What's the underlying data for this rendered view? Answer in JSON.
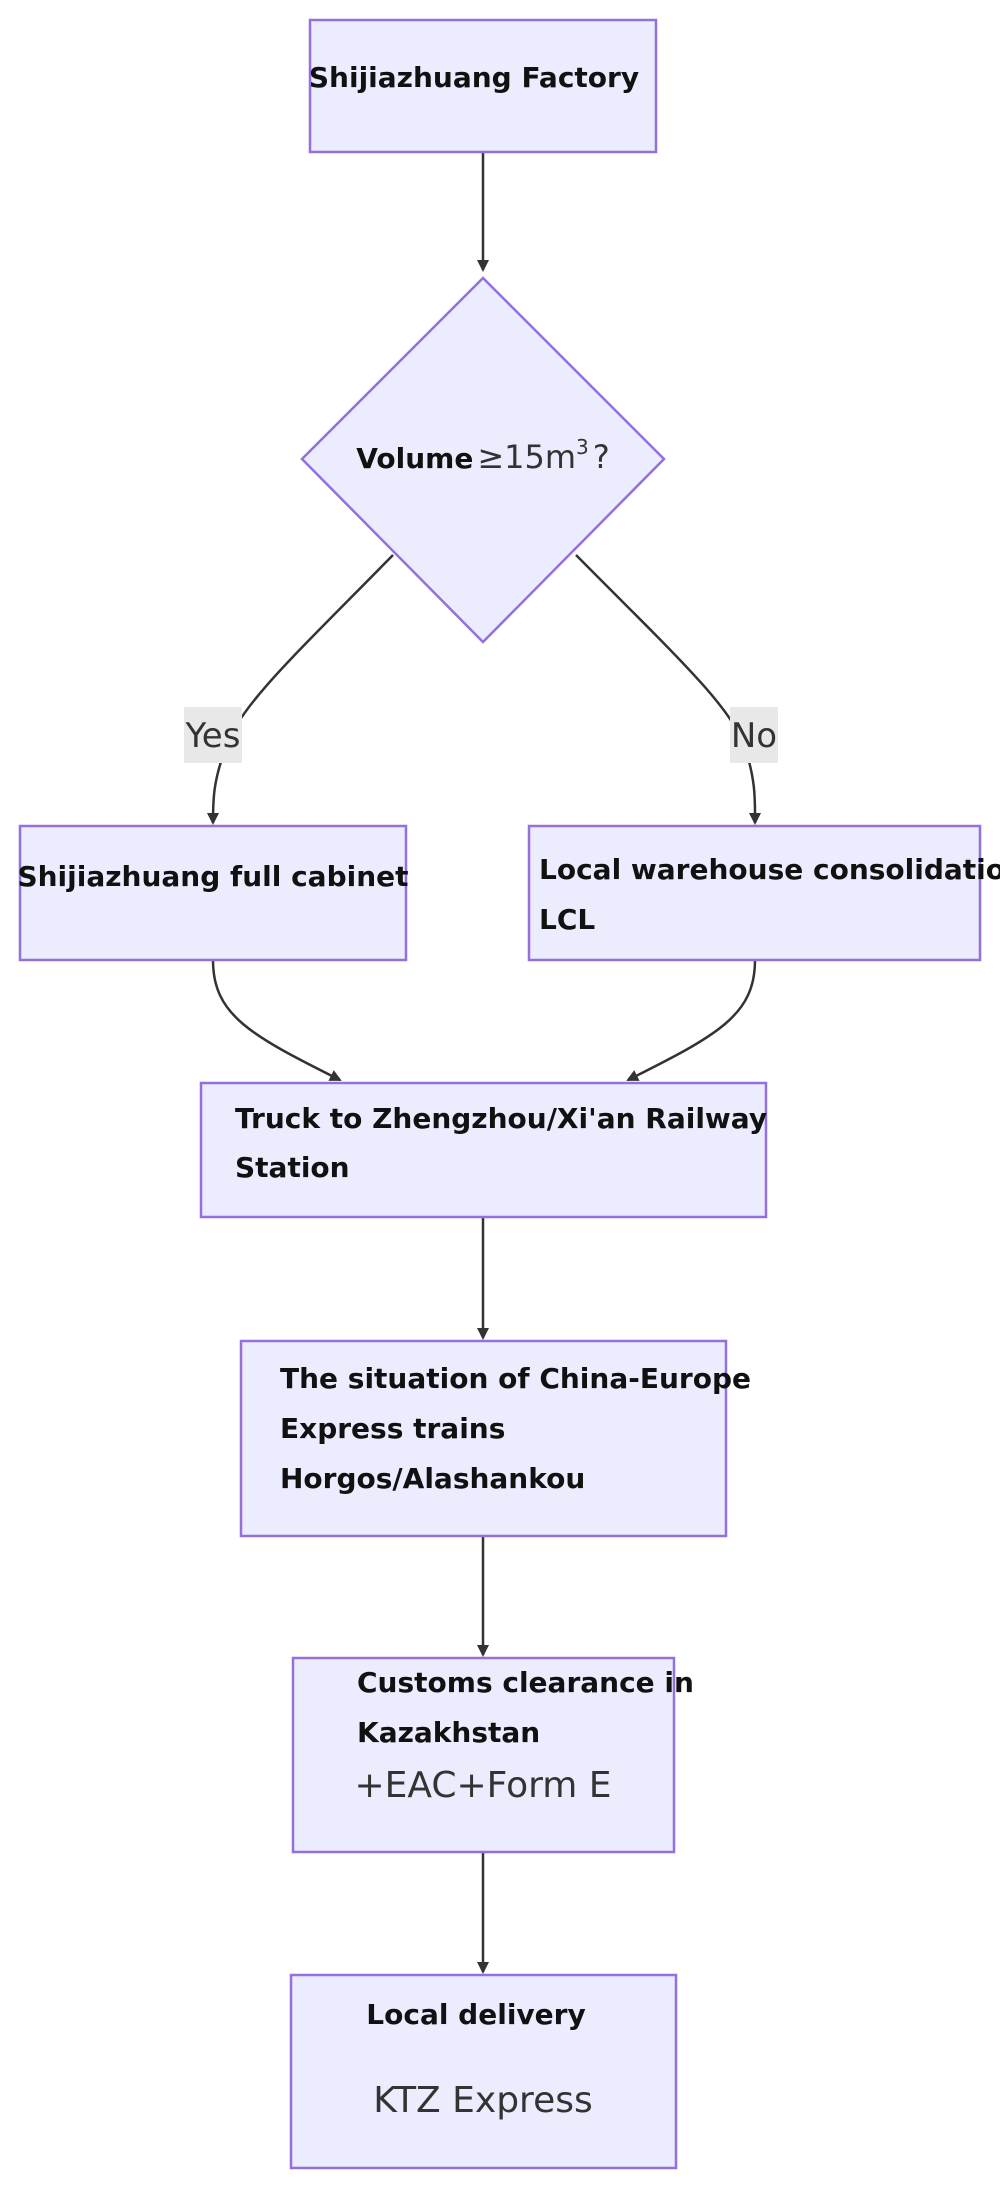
{
  "nodes": {
    "factory": {
      "line1": "Shijiazhuang Factory"
    },
    "decision": {
      "bold": "Volume",
      "rest": "≥15m",
      "sup": "3",
      "suffix": "?"
    },
    "full_cabinet": {
      "line1": "Shijiazhuang full cabinet"
    },
    "lcl": {
      "line1": "Local warehouse consolidation",
      "line2": "LCL"
    },
    "truck": {
      "line1": "Truck to Zhengzhou/Xi'an Railway",
      "line2": "Station"
    },
    "train": {
      "line1": "The situation of China-Europe",
      "line2": "Express trains",
      "line3": "Horgos/Alashankou"
    },
    "customs": {
      "line1": "Customs clearance in",
      "line2": "Kazakhstan",
      "line3": "+EAC+Form E"
    },
    "delivery": {
      "line1": "Local delivery",
      "line2": "KTZ Express"
    }
  },
  "edges": {
    "yes_label": "Yes",
    "no_label": "No"
  },
  "colors": {
    "node_fill": "#ECECFF",
    "node_stroke": "#9370DB",
    "edge": "#333333",
    "label_bg": "#E8E8E8"
  }
}
